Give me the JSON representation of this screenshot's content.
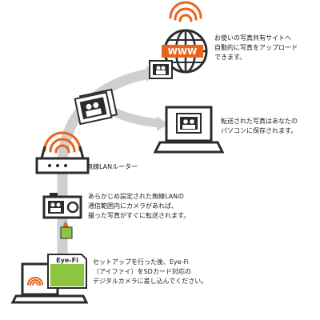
{
  "colors": {
    "wifi": "#e8641c",
    "arrow": "#c8c8c8",
    "card": "#8cc63f",
    "dark": "#2b2b2b"
  },
  "icons": [
    "wifi-icon",
    "globe-www-icon",
    "laptop-icon",
    "router-icon",
    "camera-icon",
    "sd-card-icon",
    "photo-icon"
  ],
  "www_label": "WWW",
  "card_label": "Eye-Fi",
  "captions": {
    "web": "お使いの写真共有サイトへ\n自動的に写真をアップロード\nできます。",
    "pc": "転送された写真はあなたの\nパソコンに保存されます。",
    "router": "無線LANルーター",
    "camera": "あらかじめ設定された無線LANの\n通信範囲内にカメラがあれば、\n撮った写真がすぐに転送されます。",
    "setup": "セットアップを行った後、Eye-Fi\n（アイファイ）をSDカード対応の\nデジタルカメラに差し込んでください。"
  }
}
